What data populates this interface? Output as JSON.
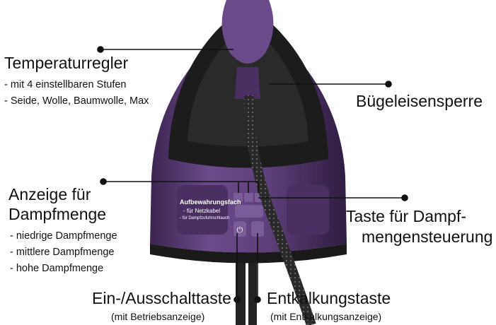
{
  "labels": {
    "temp": {
      "title": "Temperaturregler",
      "items": [
        "- mit 4 einstellbaren Stufen",
        "- Seide, Wolle, Baumwolle, Max"
      ]
    },
    "lock": {
      "title": "Bügeleisensperre"
    },
    "steam_display": {
      "title_lines": [
        "Anzeige für",
        "Dampfmenge"
      ],
      "items": [
        "- niedrige Dampfmenge",
        "- mittlere Dampfmenge",
        "- hohe Dampfmenge"
      ]
    },
    "steam_button": {
      "title_lines": [
        "Taste für Dampf-",
        "mengensteuerung"
      ]
    },
    "power": {
      "title": "Ein-/Ausschalttaste",
      "sub": "(mit Betriebsanzeige)"
    },
    "descale": {
      "title": "Entkalkungstaste",
      "sub": "(mit Entkalkungsanzeige)"
    },
    "storage": {
      "title": "Aufbewahrungsfach",
      "items": [
        "- für Netzkabel",
        "- für Dampfzufuhrschlauch"
      ]
    }
  },
  "colors": {
    "purple": "#5e3f7a",
    "purple_dark": "#3b2450",
    "black": "#1a1a1a"
  }
}
